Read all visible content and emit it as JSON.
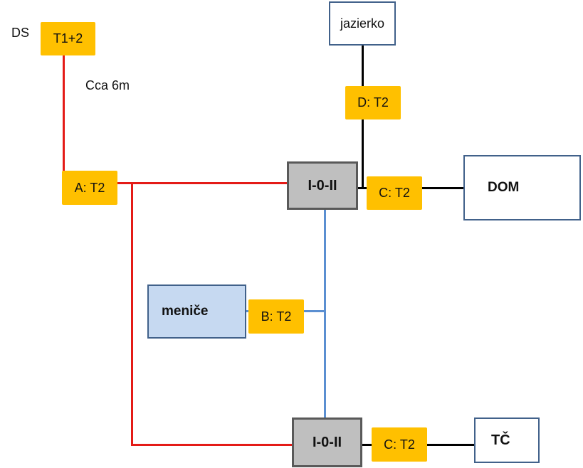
{
  "diagram": {
    "labels": {
      "ds": "DS",
      "distance": "Cca 6m"
    },
    "tags": {
      "t12": "T1+2",
      "a": "A: T2",
      "d": "D: T2",
      "c_top": "C: T2",
      "b": "B: T2",
      "c_bottom": "C: T2"
    },
    "boxes": {
      "jazierko": "jazierko",
      "dom": "DOM",
      "menice": "meniče",
      "tc": "TČ"
    },
    "switches": {
      "top": "I-0-II",
      "bottom": "I-0-II"
    },
    "colors": {
      "tag_fill": "#ffc000",
      "red_line": "#e41b17",
      "blue_line": "#5b8fd1",
      "box_border": "#41618a",
      "menice_fill": "#c6d9f1",
      "switch_fill": "#bfbfbf"
    }
  }
}
